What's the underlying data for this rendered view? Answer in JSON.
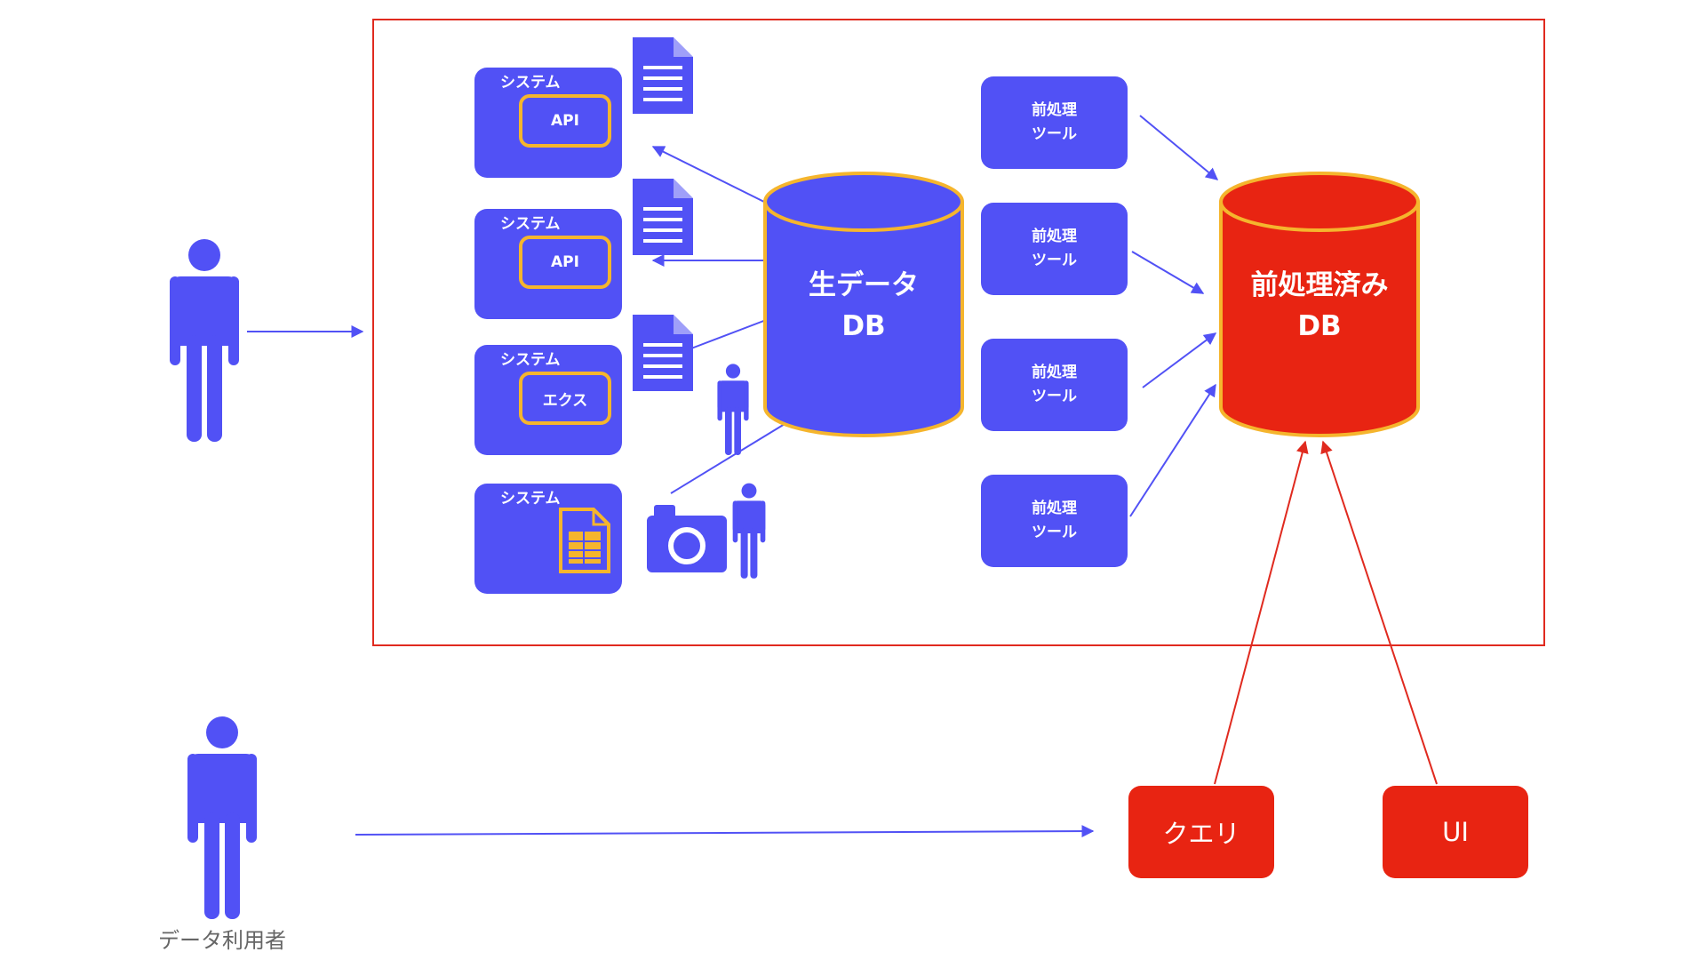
{
  "diagram": {
    "systems": [
      {
        "label": "システム",
        "inner": "API"
      },
      {
        "label": "システム",
        "inner": "API"
      },
      {
        "label": "システム",
        "inner": "エクス"
      },
      {
        "label": "システム",
        "inner": ""
      }
    ],
    "raw_db": {
      "line1": "生データ",
      "line2": "DB"
    },
    "processed_db": {
      "line1": "前処理済み",
      "line2": "DB"
    },
    "tools": [
      {
        "line1": "前処理",
        "line2": "ツール"
      },
      {
        "line1": "前処理",
        "line2": "ツール"
      },
      {
        "line1": "前処理",
        "line2": "ツール"
      },
      {
        "line1": "前処理",
        "line2": "ツール"
      }
    ],
    "query_button": "クエリ",
    "ui_button": "UI",
    "user_caption": "データ利用者"
  },
  "colors": {
    "primary": "#5151f5",
    "accent_red": "#e82412",
    "highlight_yellow": "#f5b52d",
    "frame_red": "#e02a1f"
  },
  "icons": [
    "person-icon",
    "document-icon",
    "camera-icon",
    "spreadsheet-file-icon"
  ]
}
